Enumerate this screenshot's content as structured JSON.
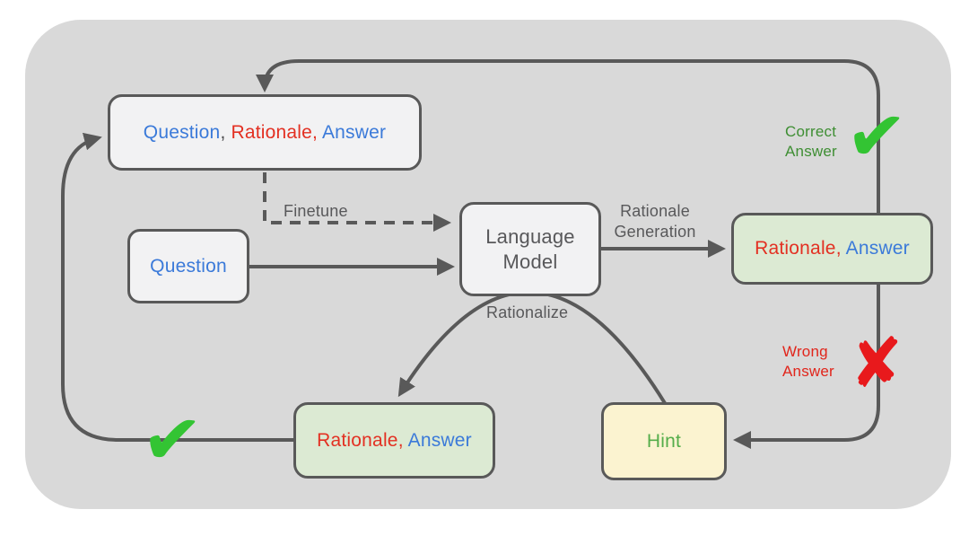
{
  "diagram": {
    "boxes": {
      "question_rationale_answer": {
        "question": "Question",
        "comma1": ", ",
        "rationale": "Rationale",
        "comma2": ", ",
        "answer": "Answer"
      },
      "question": {
        "label": "Question"
      },
      "language_model": {
        "line1": "Language",
        "line2": "Model"
      },
      "rationale_answer_right": {
        "rationale": "Rationale",
        "comma": ", ",
        "answer": "Answer"
      },
      "hint": {
        "label": "Hint"
      },
      "rationale_answer_bottom": {
        "rationale": "Rationale",
        "comma": ", ",
        "answer": "Answer"
      }
    },
    "edge_labels": {
      "finetune": "Finetune",
      "rationale_generation": {
        "line1": "Rationale",
        "line2": "Generation"
      },
      "rationalize": "Rationalize",
      "correct_answer": {
        "line1": "Correct",
        "line2": "Answer"
      },
      "wrong_answer": {
        "line1": "Wrong",
        "line2": "Answer"
      }
    },
    "icons": {
      "check_correct": "✔",
      "cross_wrong": "✘",
      "check_loop": "✔"
    },
    "colors": {
      "background": "#ffffff",
      "canvas": "#d9d9d9",
      "box_fill": "#f2f2f3",
      "green_box_fill": "#dcead3",
      "yellow_box_fill": "#fbf3d0",
      "stroke": "#595959",
      "blue_text": "#3b7ad9",
      "red_text": "#e33022",
      "correct_green_text": "#3e8e33",
      "hint_green_text": "#55ad4a",
      "check_green": "#33c433",
      "cross_red": "#e8191c"
    }
  }
}
